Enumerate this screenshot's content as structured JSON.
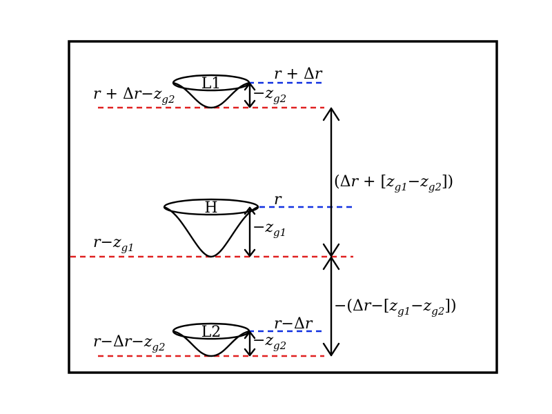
{
  "wells": {
    "L1": {
      "label": "L1"
    },
    "H": {
      "label": "H"
    },
    "L2": {
      "label": "L2"
    }
  },
  "labels": {
    "r_plus_dr": {
      "parts": [
        [
          "r",
          "i"
        ],
        [
          " + ",
          "r"
        ],
        [
          "Δ",
          "r"
        ],
        [
          "r",
          "i"
        ]
      ]
    },
    "r_plus_dr_minus_zg2": {
      "parts": [
        [
          "r",
          "i"
        ],
        [
          " + ",
          "r"
        ],
        [
          "Δ",
          "r"
        ],
        [
          "r",
          "i"
        ],
        [
          "−",
          "r"
        ],
        [
          "z",
          "i"
        ],
        [
          "g2",
          "s"
        ]
      ]
    },
    "minus_zg2_top": {
      "parts": [
        [
          "−",
          "r"
        ],
        [
          "z",
          "i"
        ],
        [
          "g2",
          "s"
        ]
      ]
    },
    "r": {
      "parts": [
        [
          "r",
          "i"
        ]
      ]
    },
    "minus_zg1": {
      "parts": [
        [
          "−",
          "r"
        ],
        [
          "z",
          "i"
        ],
        [
          "g1",
          "s"
        ]
      ]
    },
    "r_minus_zg1": {
      "parts": [
        [
          "r",
          "i"
        ],
        [
          "−",
          "r"
        ],
        [
          "z",
          "i"
        ],
        [
          "g1",
          "s"
        ]
      ]
    },
    "r_minus_dr": {
      "parts": [
        [
          "r",
          "i"
        ],
        [
          "−",
          "r"
        ],
        [
          "Δ",
          "r"
        ],
        [
          "r",
          "i"
        ]
      ]
    },
    "minus_zg2_bottom": {
      "parts": [
        [
          "−",
          "r"
        ],
        [
          "z",
          "i"
        ],
        [
          "g2",
          "s"
        ]
      ]
    },
    "r_minus_dr_minus_zg2": {
      "parts": [
        [
          "r",
          "i"
        ],
        [
          "−",
          "r"
        ],
        [
          "Δ",
          "r"
        ],
        [
          "r",
          "i"
        ],
        [
          "−",
          "r"
        ],
        [
          "z",
          "i"
        ],
        [
          "g2",
          "s"
        ]
      ]
    },
    "upper_span": {
      "parts": [
        [
          "(",
          "r"
        ],
        [
          "Δ",
          "r"
        ],
        [
          "r",
          "i"
        ],
        [
          " + ",
          "r"
        ],
        [
          "[",
          "r"
        ],
        [
          "z",
          "i"
        ],
        [
          "g1",
          "s"
        ],
        [
          "−",
          "r"
        ],
        [
          "z",
          "i"
        ],
        [
          "g2",
          "s"
        ],
        [
          "])",
          "r"
        ]
      ]
    },
    "lower_span": {
      "parts": [
        [
          "−(",
          "r"
        ],
        [
          "Δ",
          "r"
        ],
        [
          "r",
          "i"
        ],
        [
          "−",
          "r"
        ],
        [
          "[",
          "r"
        ],
        [
          "z",
          "i"
        ],
        [
          "g1",
          "s"
        ],
        [
          "−",
          "r"
        ],
        [
          "z",
          "i"
        ],
        [
          "g2",
          "s"
        ],
        [
          "])",
          "r"
        ]
      ]
    }
  },
  "colors": {
    "ground_line": "#e02020",
    "level_line": "#1030e0"
  }
}
